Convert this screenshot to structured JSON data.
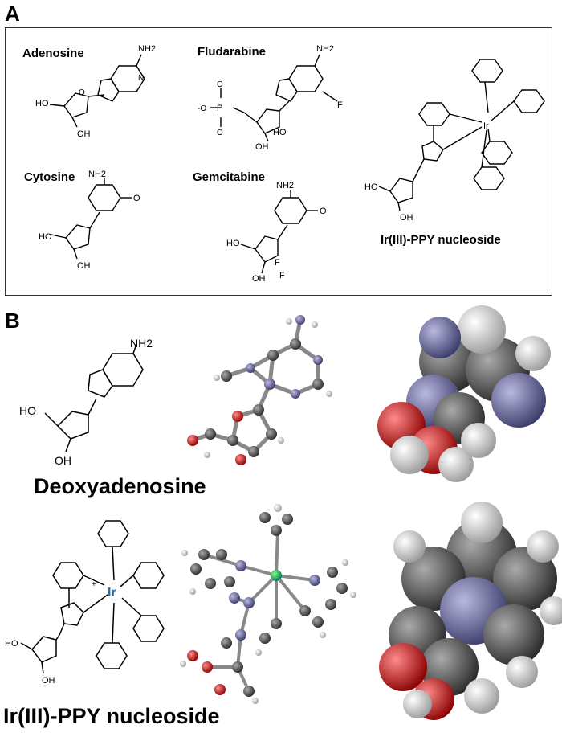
{
  "panels": {
    "a": "A",
    "b": "B"
  },
  "panel_a": {
    "adenosine": "Adenosine",
    "fludarabine": "Fludarabine",
    "cytosine": "Cytosine",
    "gemcitabine": "Gemcitabine",
    "ir_ppy": "Ir(III)-PPY nucleoside"
  },
  "panel_b": {
    "deoxyadenosine": "Deoxyadenosine",
    "ir_ppy": "Ir(III)-PPY nucleoside"
  },
  "atoms": {
    "nh2": "NH2",
    "n": "N",
    "o": "O",
    "oh": "OH",
    "ho": "HO",
    "f": "F",
    "p": "P",
    "o_minus": "-O",
    "ir": "Ir",
    "plus": "+",
    "ho_ring": "HO"
  },
  "colors": {
    "carbon": "#555555",
    "nitrogen": "#6b6b9a",
    "oxygen": "#cc1111",
    "hydrogen": "#dcdcdc",
    "iridium": "#1a9a1a",
    "ir_label": "#1e6fb0"
  }
}
